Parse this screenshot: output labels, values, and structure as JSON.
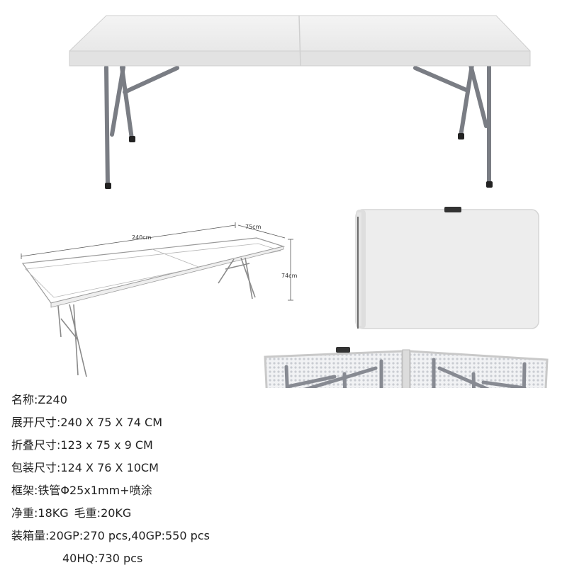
{
  "dimensions": {
    "length": "240cm",
    "width": "75cm",
    "height": "74cm"
  },
  "specs": {
    "name": {
      "label": "名称:",
      "value": "Z240"
    },
    "unfolded_size": {
      "label": "展开尺寸:",
      "value": "240 X 75 X 74 CM"
    },
    "folded_size": {
      "label": "折叠尺寸:",
      "value": "123 x 75 x 9 CM"
    },
    "package_size": {
      "label": "包装尺寸:",
      "value": "124 X 76 X 10CM"
    },
    "frame": {
      "label": "框架:",
      "value": "铁管Φ25x1mm+喷涂"
    },
    "net_weight": {
      "label": "净重:",
      "value": "18KG"
    },
    "gross_weight": {
      "label": "毛重:",
      "value": "20KG"
    },
    "loading": {
      "label": "装箱量:",
      "value": "20GP:270 pcs,40GP:550 pcs"
    },
    "loading_40hq": {
      "value": "40HQ:730 pcs"
    }
  },
  "colors": {
    "table_top": "#eeeeee",
    "frame_steel": "#7a7d84",
    "outline": "#9a9a9a"
  }
}
